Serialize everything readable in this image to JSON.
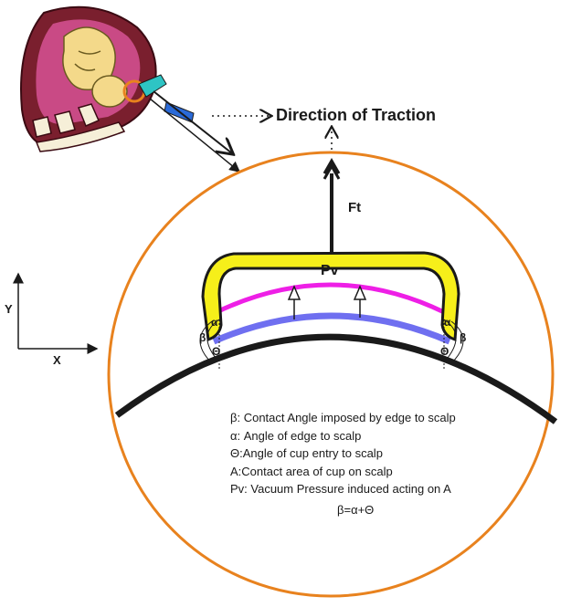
{
  "labels": {
    "direction": "Direction of Traction",
    "ft": "Ft",
    "pv": "Pv",
    "axis_y": "Y",
    "axis_x": "X",
    "alpha": "α",
    "beta": "β",
    "theta": "Θ"
  },
  "legend": [
    "β: Contact Angle imposed by edge to scalp",
    "α: Angle of edge to scalp",
    "Θ:Angle of cup entry to scalp",
    "A:Contact area of cup on scalp",
    "Pv: Vacuum Pressure induced acting on A"
  ],
  "formula": "β=α+Θ",
  "colors": {
    "circle": "#e8821e",
    "cup_fill": "#f6ef1a",
    "pressure_line": "#ee1fe6",
    "contact_line": "#6f6ff0",
    "scalp": "#1a1a1a",
    "uterus": "#7a1f2e",
    "fetus": "#f4d98a",
    "cervix": "#f07ab0"
  }
}
